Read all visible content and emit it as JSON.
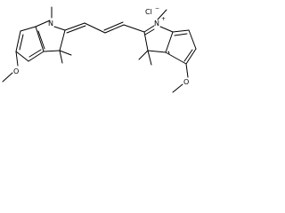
{
  "structure": {
    "labels": {
      "n_left": "N",
      "n_right": "N",
      "n_plus": "+",
      "o_left": "O",
      "o_right": "O",
      "chloride": "Cl",
      "chloride_charge": "−"
    }
  }
}
